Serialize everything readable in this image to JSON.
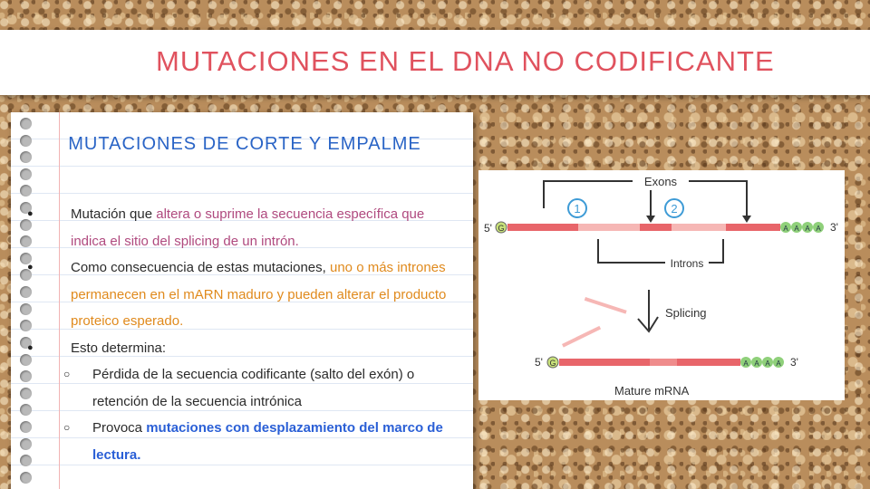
{
  "slide": {
    "title": "MUTACIONES EN EL DNA NO CODIFICANTE"
  },
  "notebook": {
    "heading": "MUTACIONES DE CORTE Y EMPALME",
    "bullets": [
      {
        "level": 1,
        "plain": "Mutación que ",
        "highlight": "altera o suprime la secuencia específica que indica el sitio del splicing de un intrón.",
        "highlight_color": "#b04a7f"
      },
      {
        "level": 1,
        "plain": "Como consecuencia de estas mutaciones, ",
        "highlight": "uno o más intrones permanecen en el mARN maduro y pueden alterar el producto proteico esperado.",
        "highlight_color": "#e08a1d"
      },
      {
        "level": 1,
        "plain": "Esto determina:",
        "highlight": "",
        "highlight_color": ""
      },
      {
        "level": 2,
        "plain": "Pérdida de la secuencia codificante (salto del exón) o retención de la secuencia intrónica",
        "highlight": "",
        "highlight_color": ""
      },
      {
        "level": 2,
        "plain": "Provoca ",
        "highlight": "mutaciones con desplazamiento del marco de lectura.",
        "highlight_color": "#2a5fd6"
      }
    ]
  },
  "diagram": {
    "exons_label": "Exons",
    "introns_label": "Introns",
    "splicing_label": "Splicing",
    "mature_label": "Mature mRNA",
    "five_prime": "5'",
    "three_prime": "3'",
    "cap_letter": "G",
    "poly_a": "A",
    "marker_1": "1",
    "marker_2": "2",
    "colors": {
      "exon": "#e8656a",
      "intron": "#f6b7b5",
      "cap": "#c8e17a",
      "poly_a": "#8fd07a",
      "marker": "#3e9bd6",
      "bracket": "#333333"
    }
  }
}
